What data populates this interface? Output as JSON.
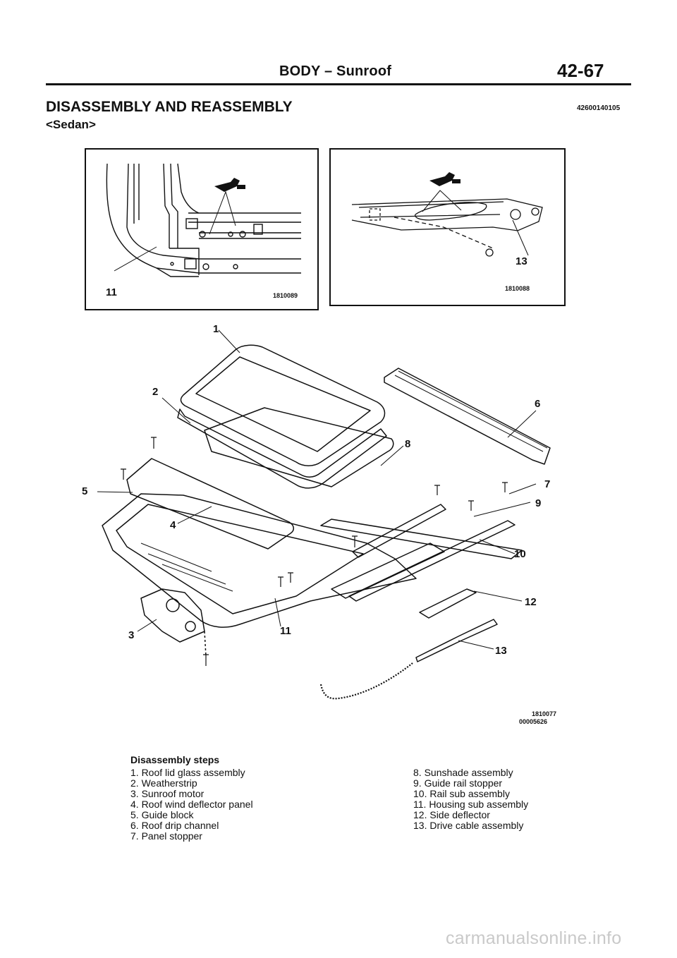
{
  "header": {
    "title": "BODY – Sunroof",
    "page_number": "42-67"
  },
  "section": {
    "title": "DISASSEMBLY AND REASSEMBLY",
    "code": "42600140105",
    "subtitle": "<Sedan>"
  },
  "figures": {
    "detail_left": {
      "code": "1810089",
      "callout": "11"
    },
    "detail_right": {
      "code": "1810088",
      "callout": "13"
    },
    "main": {
      "code_line1": "1810077",
      "code_line2": "00005626",
      "callouts": [
        "1",
        "2",
        "3",
        "4",
        "5",
        "6",
        "7",
        "8",
        "9",
        "10",
        "11",
        "12",
        "13"
      ]
    }
  },
  "disassembly": {
    "title": "Disassembly steps",
    "steps_left": [
      "1. Roof lid glass assembly",
      "2. Weatherstrip",
      "3. Sunroof motor",
      "4. Roof wind deflector panel",
      "5. Guide block",
      "6. Roof drip channel",
      "7. Panel stopper"
    ],
    "steps_right": [
      "8. Sunshade assembly",
      "9. Guide rail stopper",
      "10. Rail sub assembly",
      "11. Housing sub assembly",
      "12. Side deflector",
      "13. Drive cable assembly"
    ]
  },
  "watermark": "carmanualsonline.info"
}
